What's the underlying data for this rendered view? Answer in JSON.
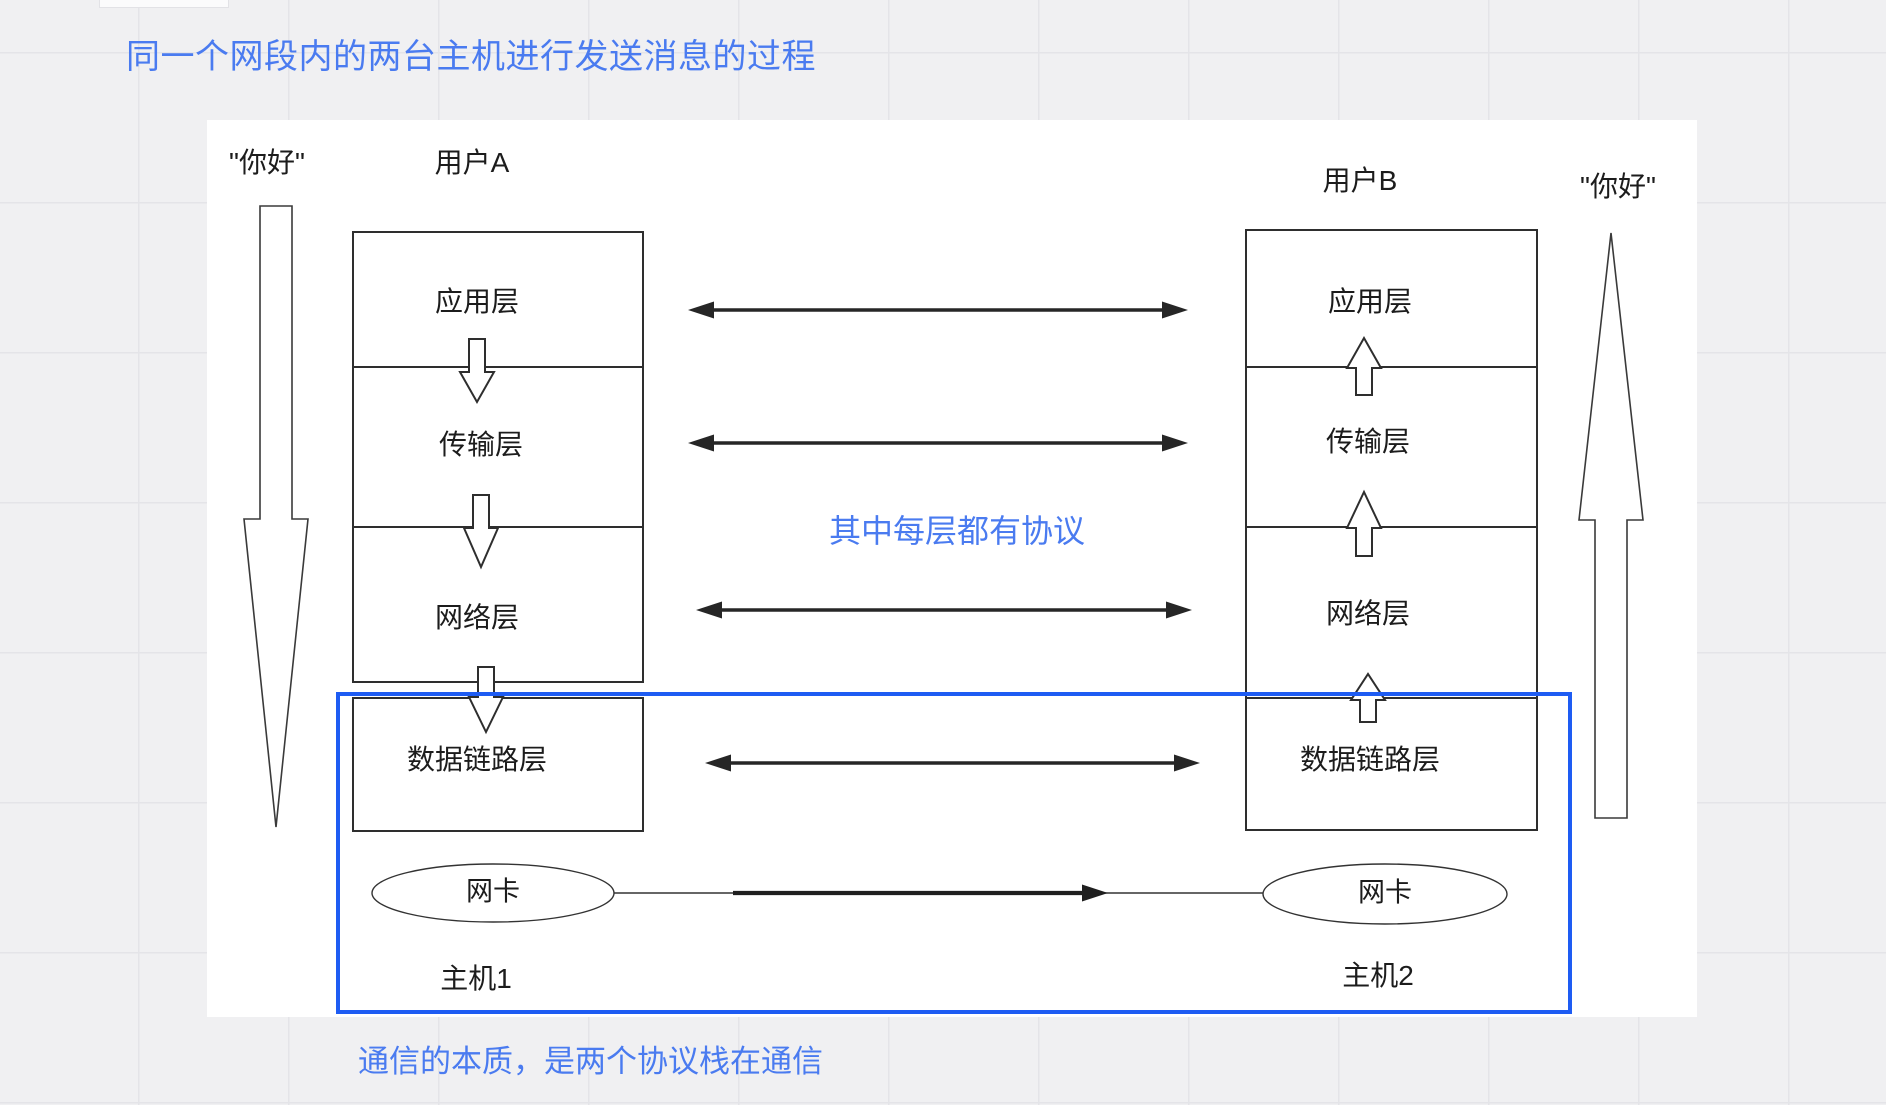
{
  "title": "同一个网段内的两台主机进行发送消息的过程",
  "caption": "通信的本质，是两个协议栈在通信",
  "center_note": "其中每层都有协议",
  "hosts": {
    "left": {
      "user": "用户A",
      "message": "\"你好\"",
      "layers": [
        "应用层",
        "传输层",
        "网络层",
        "数据链路层"
      ],
      "nic": "网卡",
      "host": "主机1"
    },
    "right": {
      "user": "用户B",
      "message": "\"你好\"",
      "layers": [
        "应用层",
        "传输层",
        "网络层",
        "数据链路层"
      ],
      "nic": "网卡",
      "host": "主机2"
    }
  },
  "colors": {
    "note_blue": "#4a7bf0",
    "highlight_box_blue": "#1e5cf3",
    "ink": "#2e2e2e",
    "arrow_black": "#262626",
    "canvas_white": "#ffffff",
    "page_background": "#f0f0f2",
    "grid_line": "#e4e4e8"
  }
}
